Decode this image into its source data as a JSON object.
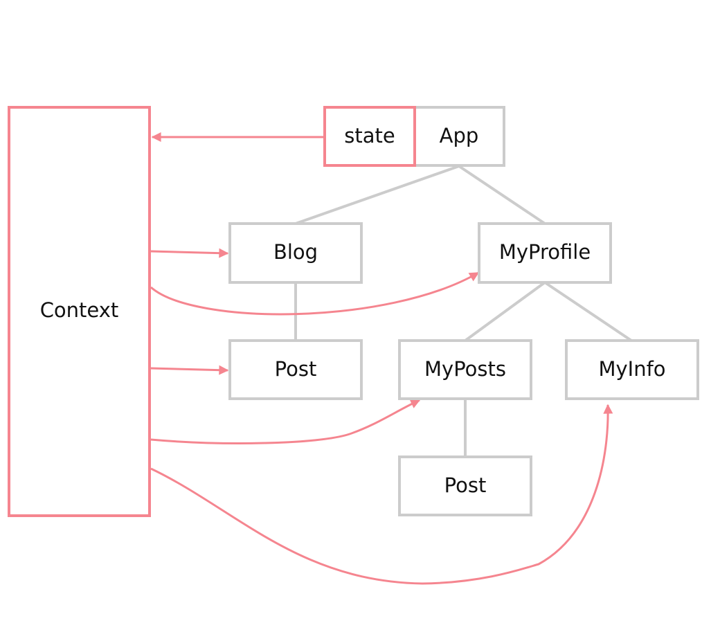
{
  "colors": {
    "tree": "#cccccc",
    "context": "#f5858f",
    "text": "#111111"
  },
  "nodes": {
    "context": "Context",
    "state": "state",
    "app": "App",
    "blog": "Blog",
    "my_profile": "MyProfile",
    "blog_post": "Post",
    "my_posts": "MyPosts",
    "my_info": "MyInfo",
    "my_posts_post": "Post"
  }
}
